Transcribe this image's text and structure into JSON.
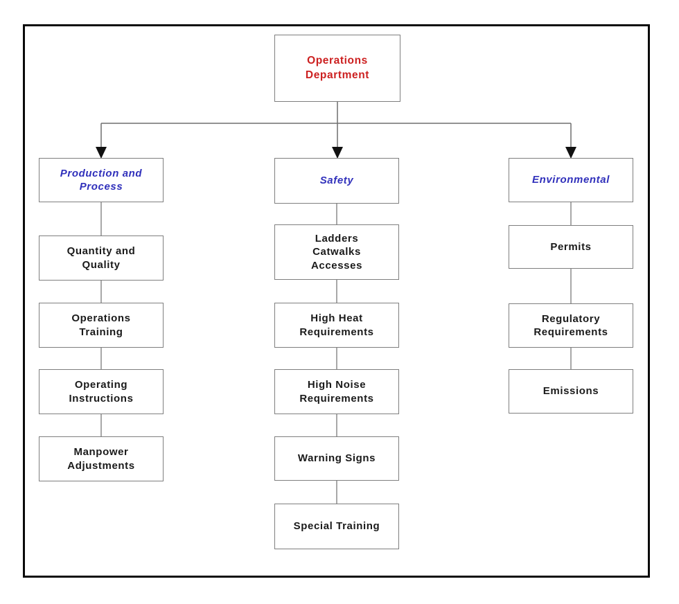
{
  "diagram": {
    "title": "Operations Department organization chart",
    "root": {
      "label": "Operations\nDepartment"
    },
    "columns": [
      {
        "header": {
          "label": "Production and\nProcess"
        },
        "items": [
          {
            "label": "Quantity and\nQuality"
          },
          {
            "label": "Operations\nTraining"
          },
          {
            "label": "Operating\nInstructions"
          },
          {
            "label": "Manpower\nAdjustments"
          }
        ]
      },
      {
        "header": {
          "label": "Safety"
        },
        "items": [
          {
            "label": "Ladders\nCatwalks\nAccesses"
          },
          {
            "label": "High Heat\nRequirements"
          },
          {
            "label": "High Noise\nRequirements"
          },
          {
            "label": "Warning Signs"
          },
          {
            "label": "Special Training"
          }
        ]
      },
      {
        "header": {
          "label": "Environmental"
        },
        "items": [
          {
            "label": "Permits"
          },
          {
            "label": "Regulatory\nRequirements"
          },
          {
            "label": "Emissions"
          }
        ]
      }
    ],
    "colors": {
      "root_text": "#cc2020",
      "category_text": "#3030bb",
      "item_text": "#1a1a1a",
      "box_border": "#7e7e7e",
      "connector_line": "#6e6e6e",
      "arrowhead": "#111111",
      "frame_border": "#0a0a0a",
      "background": "#ffffff"
    }
  }
}
